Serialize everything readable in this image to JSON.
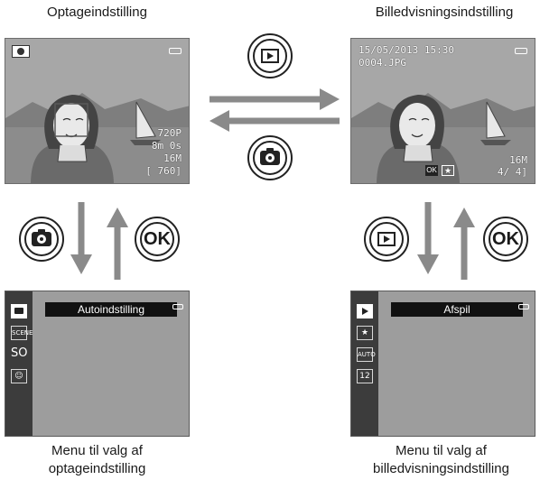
{
  "captions": {
    "top_left": "Optageindstilling",
    "top_right": "Billedvisningsindstilling",
    "bottom_left_line1": "Menu til valg af",
    "bottom_left_line2": "optageindstilling",
    "bottom_right_line1": "Menu til valg af",
    "bottom_right_line2": "billedvisningsindstilling"
  },
  "shooting_screen": {
    "mode_icon": "camera-icon",
    "battery_icon": "battery-icon",
    "movie_size": "720P",
    "remaining_time": "8m 0s",
    "image_size": "16M",
    "exposures_remaining": "[  760]"
  },
  "playback_screen": {
    "date_time": "15/05/2013 15:30",
    "file_name": "0004.JPG",
    "battery_icon": "battery-icon",
    "image_size": "16M",
    "frame_counter": "4/   4]"
  },
  "buttons": {
    "ok_label": "OK",
    "shoot_icon": "camera-icon",
    "play_icon": "play-icon"
  },
  "shooting_menu": {
    "title": "Autoindstilling",
    "side_items": [
      {
        "icon": "camera-icon",
        "text": ""
      },
      {
        "icon": "scene-icon",
        "text": "SCENE"
      },
      {
        "icon": "special-effects-icon",
        "text": "SO"
      },
      {
        "icon": "smart-portrait-icon",
        "text": ""
      }
    ]
  },
  "playback_menu": {
    "title": "Afspil",
    "side_items": [
      {
        "icon": "play-icon",
        "text": ""
      },
      {
        "icon": "favorites-icon",
        "text": ""
      },
      {
        "icon": "auto-sort-icon",
        "text": "AUTO"
      },
      {
        "icon": "list-by-date-icon",
        "text": "12"
      }
    ]
  },
  "colors": {
    "arrow": "#8a8a8a",
    "sky": "#a9a9a9",
    "dark": "#222222"
  }
}
